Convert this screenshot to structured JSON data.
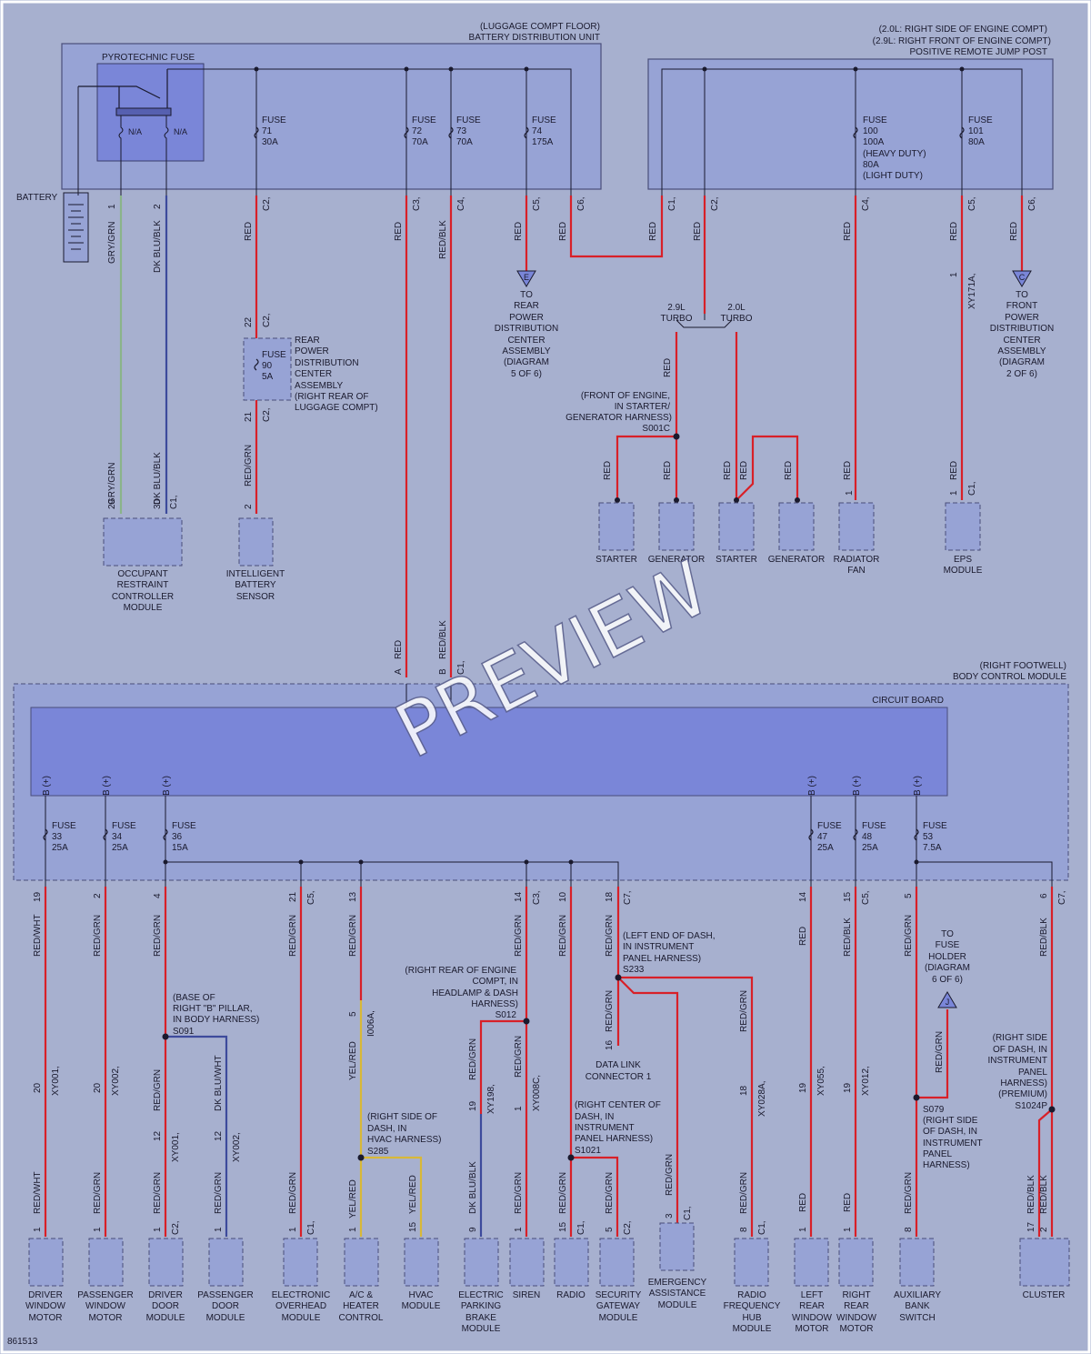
{
  "watermark": "PREVIEW",
  "diagram_number": "861513",
  "colors": {
    "page_bg": "#a7b0cf",
    "box_fill": "#97a3d5",
    "box_dark": "#7a86d8",
    "wire_red": "#d82028",
    "wire_grn": "#8ab48a",
    "wire_blu": "#3d4a9c",
    "wire_yel": "#d8b838",
    "wire_blk": "#1a1a2e"
  },
  "bdu": {
    "location": [
      "(LUGGAGE COMPT FLOOR)",
      "BATTERY DISTRIBUTION UNIT"
    ],
    "pyro_label": "PYROTECHNIC FUSE",
    "na": "N/A",
    "fuses": [
      {
        "label": "FUSE",
        "num": "71",
        "amp": "30A"
      },
      {
        "label": "FUSE",
        "num": "72",
        "amp": "70A"
      },
      {
        "label": "FUSE",
        "num": "73",
        "amp": "70A"
      },
      {
        "label": "FUSE",
        "num": "74",
        "amp": "175A"
      }
    ],
    "pins": [
      "1",
      "2",
      "C2,",
      "C3,",
      "C4,",
      "C5,",
      "C6,"
    ]
  },
  "jump": {
    "location": [
      "(2.0L: RIGHT SIDE OF ENGINE COMPT)",
      "(2.9L: RIGHT FRONT OF ENGINE COMPT)",
      "POSITIVE REMOTE JUMP POST"
    ],
    "fuses": [
      {
        "label": "FUSE",
        "num": "100",
        "amp": "100A",
        "extra": [
          "(HEAVY DUTY)",
          "80A",
          "(LIGHT DUTY)"
        ]
      },
      {
        "label": "FUSE",
        "num": "101",
        "amp": "80A"
      }
    ],
    "pins": [
      "C1,",
      "C2,",
      "C4,",
      "C5,",
      "C6,"
    ]
  },
  "battery_label": "BATTERY",
  "wires": {
    "red": "RED",
    "gry_grn": "GRY/GRN",
    "dk_blu_blk": "DK BLU/BLK",
    "red_blk": "RED/BLK",
    "red_grn": "RED/GRN",
    "red_wht": "RED/WHT",
    "yel_red": "YEL/RED",
    "dk_blu_wht": "DK BLU/WHT"
  },
  "upper": {
    "to_rear": [
      "TO",
      "REAR",
      "POWER",
      "DISTRIBUTION",
      "CENTER",
      "ASSEMBLY",
      "(DIAGRAM",
      "5 OF 6)"
    ],
    "to_front": [
      "TO",
      "FRONT",
      "POWER",
      "DISTRIBUTION",
      "CENTER",
      "ASSEMBLY",
      "(DIAGRAM",
      "2 OF 6)"
    ],
    "flag_e": "E",
    "flag_c": "C",
    "turbo_29": [
      "2.9L",
      "TURBO"
    ],
    "turbo_20": [
      "2.0L",
      "TURBO"
    ],
    "s001c": [
      "(FRONT OF ENGINE,",
      "IN STARTER/",
      "GENERATOR HARNESS)",
      "S001C"
    ],
    "rpdc": [
      "REAR",
      "POWER",
      "DISTRIBUTION",
      "CENTER",
      "ASSEMBLY",
      "(RIGHT REAR OF",
      "LUGGAGE COMPT)"
    ],
    "fuse90": [
      "FUSE",
      "90",
      "5A"
    ],
    "xy171a": "XY171A,",
    "pins": {
      "p22": "22",
      "p21": "21",
      "p2": "2",
      "p29": "29",
      "p30": "30",
      "c1": "C1,",
      "c2": "C2,",
      "p1": "1"
    },
    "modules": {
      "orc": [
        "OCCUPANT",
        "RESTRAINT",
        "CONTROLLER",
        "MODULE"
      ],
      "ibs": [
        "INTELLIGENT",
        "BATTERY",
        "SENSOR"
      ],
      "starter": [
        "STARTER"
      ],
      "generator": [
        "GENERATOR"
      ],
      "fan": [
        "RADIATOR",
        "FAN"
      ],
      "eps": [
        "EPS",
        "MODULE"
      ]
    }
  },
  "bcm": {
    "location": [
      "(RIGHT FOOTWELL)",
      "BODY CONTROL MODULE"
    ],
    "circuit_board": "CIRCUIT BOARD",
    "pin_a": "A",
    "pin_b": "B",
    "b_plus": "B (+)",
    "fuses": [
      {
        "label": "FUSE",
        "num": "33",
        "amp": "25A"
      },
      {
        "label": "FUSE",
        "num": "34",
        "amp": "25A"
      },
      {
        "label": "FUSE",
        "num": "36",
        "amp": "15A"
      },
      {
        "label": "FUSE",
        "num": "47",
        "amp": "25A"
      },
      {
        "label": "FUSE",
        "num": "48",
        "amp": "25A"
      },
      {
        "label": "FUSE",
        "num": "53",
        "amp": "7.5A"
      }
    ]
  },
  "lower": {
    "splices": {
      "s091": [
        "(BASE OF",
        "RIGHT \"B\" PILLAR,",
        "IN BODY HARNESS)",
        "S091"
      ],
      "s012": [
        "(RIGHT REAR OF ENGINE",
        "COMPT, IN",
        "HEADLAMP & DASH",
        "HARNESS)",
        "S012"
      ],
      "s233": [
        "(LEFT END OF DASH,",
        "IN INSTRUMENT",
        "PANEL HARNESS)",
        "S233"
      ],
      "s285": [
        "(RIGHT SIDE OF",
        "DASH, IN",
        "HVAC HARNESS)",
        "S285"
      ],
      "s1021": [
        "(RIGHT CENTER OF",
        "DASH, IN",
        "INSTRUMENT",
        "PANEL HARNESS)",
        "S1021"
      ],
      "s079": [
        "S079",
        "(RIGHT SIDE",
        "OF DASH, IN",
        "INSTRUMENT",
        "PANEL",
        "HARNESS)"
      ],
      "s1024p": [
        "(RIGHT SIDE",
        "OF DASH, IN",
        "INSTRUMENT",
        "PANEL",
        "HARNESS)",
        "(PREMIUM)",
        "S1024P"
      ]
    },
    "to_fuse_holder": [
      "TO",
      "FUSE",
      "HOLDER",
      "(DIAGRAM",
      "6 OF 6)"
    ],
    "flag_j": "J",
    "dlc": [
      "DATA LINK",
      "CONNECTOR 1"
    ],
    "connectors": [
      "XY001,",
      "XY002,",
      "XY001,",
      "XY002,",
      "I006A,",
      "XY198,",
      "XY008C,",
      "XY028A,",
      "XY055,",
      "XY012,"
    ],
    "modules": [
      [
        "DRIVER",
        "WINDOW",
        "MOTOR"
      ],
      [
        "PASSENGER",
        "WINDOW",
        "MOTOR"
      ],
      [
        "DRIVER",
        "DOOR",
        "MODULE"
      ],
      [
        "PASSENGER",
        "DOOR",
        "MODULE"
      ],
      [
        "ELECTRONIC",
        "OVERHEAD",
        "MODULE"
      ],
      [
        "A/C &",
        "HEATER",
        "CONTROL"
      ],
      [
        "HVAC",
        "MODULE"
      ],
      [
        "ELECTRIC",
        "PARKING",
        "BRAKE",
        "MODULE"
      ],
      [
        "SIREN"
      ],
      [
        "RADIO"
      ],
      [
        "SECURITY",
        "GATEWAY",
        "MODULE"
      ],
      [
        "EMERGENCY",
        "ASSISTANCE",
        "MODULE"
      ],
      [
        "RADIO",
        "FREQUENCY",
        "HUB",
        "MODULE"
      ],
      [
        "LEFT",
        "REAR",
        "WINDOW",
        "MOTOR"
      ],
      [
        "RIGHT",
        "REAR",
        "WINDOW",
        "MOTOR"
      ],
      [
        "AUXILIARY",
        "BANK",
        "SWITCH"
      ],
      [
        "CLUSTER"
      ]
    ],
    "pins": {
      "p19": "19",
      "p2": "2",
      "p4": "4",
      "p21": "21",
      "p13": "13",
      "p14": "14",
      "p10": "10",
      "p18": "18",
      "p15": "15",
      "p5": "5",
      "p6": "6",
      "p20": "20",
      "p12": "12",
      "p1": "1",
      "p9": "9",
      "p3": "3",
      "p8": "8",
      "p16": "16",
      "p17": "17",
      "c2": "C2,",
      "c5": "C5,",
      "c3": "C3,",
      "c1": "C1,",
      "c7": "C7,"
    }
  }
}
